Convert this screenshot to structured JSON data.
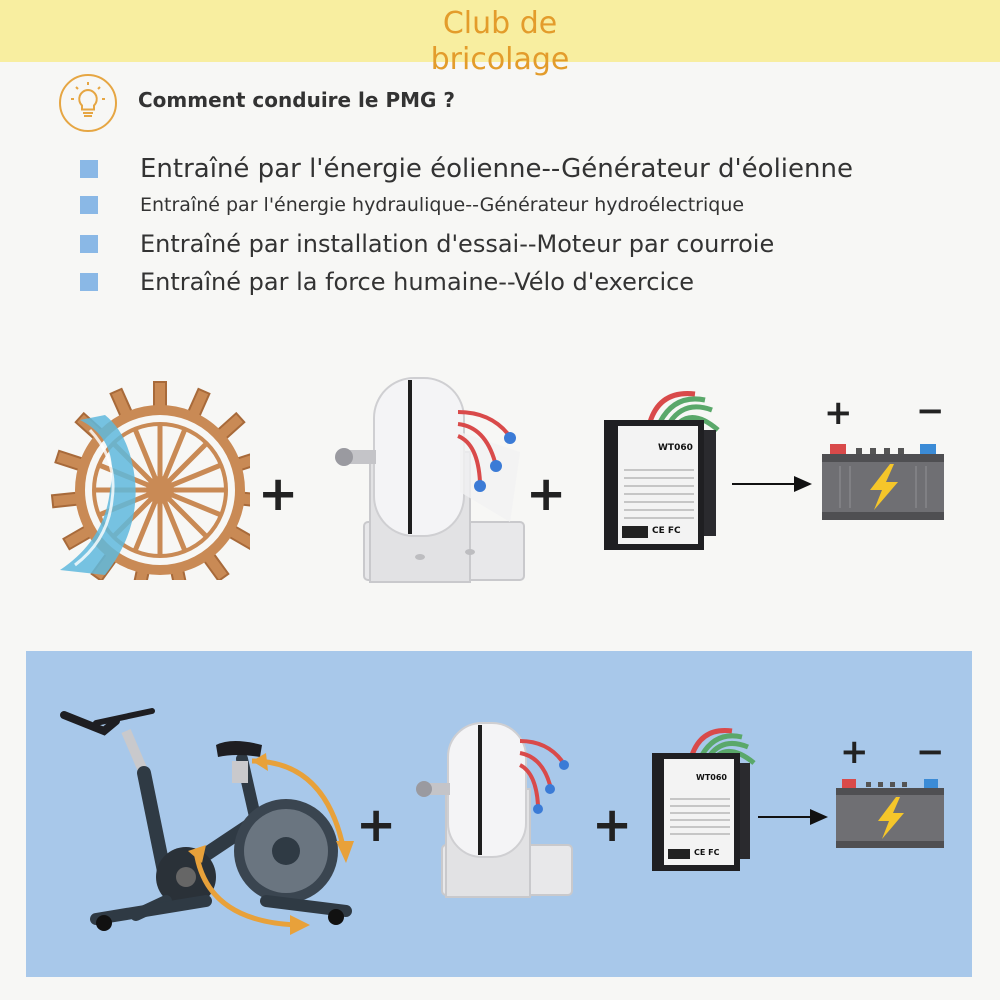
{
  "header": {
    "title_line1": "Club de",
    "title_line2": "bricolage",
    "accent": "#e39c2b",
    "background": "#f8eea0"
  },
  "intro": {
    "icon": "lightbulb-icon",
    "question": "Comment conduire le PMG ?"
  },
  "bullets": [
    {
      "text": "Entraîné par l'énergie éolienne--Générateur d'éolienne"
    },
    {
      "text": "Entraîné par l'énergie hydraulique--Générateur hydroélectrique"
    },
    {
      "text": "Entraîné par installation d'essai--Moteur par courroie"
    },
    {
      "text": "Entraîné par la force humaine--Vélo d'exercice"
    }
  ],
  "diagram_top": {
    "plus": "+",
    "battery_plus": "+",
    "battery_minus": "−",
    "controller_model": "WT060",
    "controller_marks": "CE FC"
  },
  "diagram_bottom": {
    "plus": "+",
    "battery_plus": "+",
    "battery_minus": "−",
    "controller_model": "WT060",
    "controller_marks": "CE FC",
    "background": "#a8c8ea"
  }
}
